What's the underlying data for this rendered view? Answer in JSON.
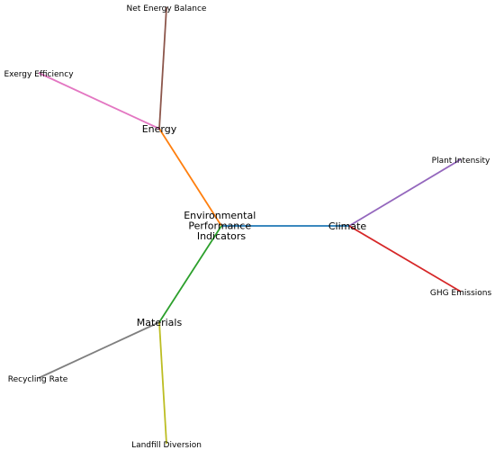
{
  "root": {
    "label_lines": [
      "Environmental",
      "Performance",
      "Indicators"
    ]
  },
  "branches": [
    {
      "id": "energy",
      "label": "Energy",
      "color": "#ff7f0e",
      "children": [
        {
          "id": "net-energy-balance",
          "label": "Net Energy Balance",
          "color": "#8c564b"
        },
        {
          "id": "exergy-efficiency",
          "label": "Exergy Efficiency",
          "color": "#e377c2"
        }
      ]
    },
    {
      "id": "climate",
      "label": "Climate",
      "color": "#1f77b4",
      "children": [
        {
          "id": "plant-intensity",
          "label": "Plant Intensity",
          "color": "#9467bd"
        },
        {
          "id": "ghg-emissions",
          "label": "GHG Emissions",
          "color": "#d62728"
        }
      ]
    },
    {
      "id": "materials",
      "label": "Materials",
      "color": "#2ca02c",
      "children": [
        {
          "id": "recycling-rate",
          "label": "Recycling Rate",
          "color": "#7f7f7f"
        },
        {
          "id": "landfill-diversion",
          "label": "Landfill Diversion",
          "color": "#bcbd22"
        }
      ]
    }
  ]
}
